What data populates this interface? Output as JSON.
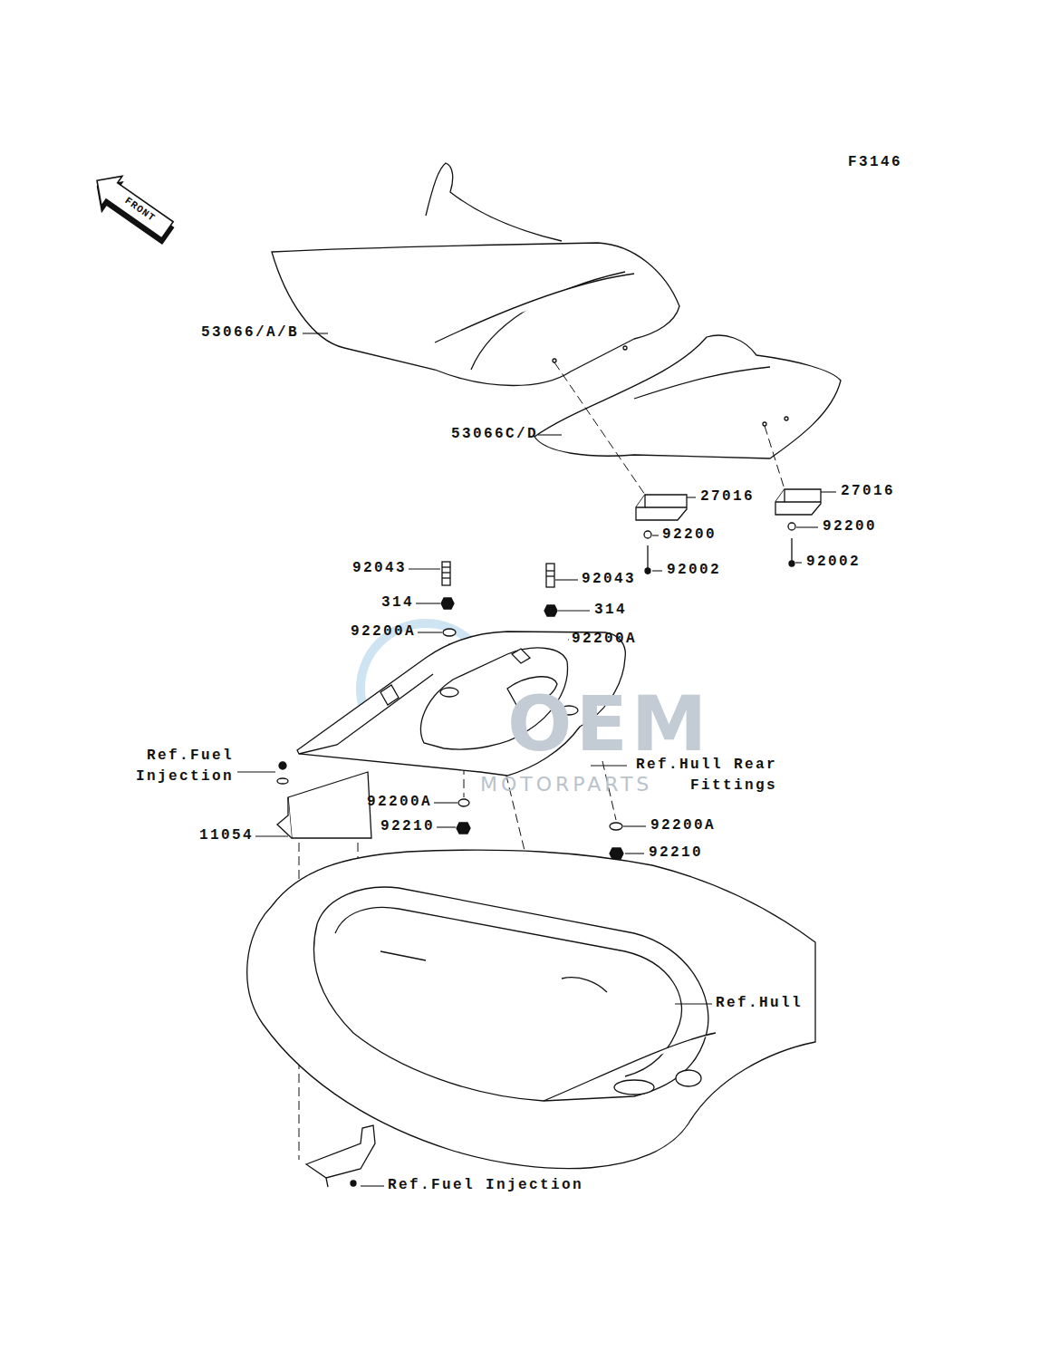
{
  "diagram": {
    "labels": [
      "F3146",
      "FRONT",
      "53066/A/B",
      "53066C/D",
      "27016",
      "27016",
      "92200",
      "92200",
      "92002",
      "92002",
      "92043",
      "92043",
      "314",
      "314",
      "92200A",
      "92200A",
      "Ref.Fuel Injection",
      "11054",
      "92200A",
      "92210",
      "Ref.Hull Rear Fittings",
      "92200A",
      "92210",
      "Ref.Hull",
      "Ref.Fuel Injection",
      "OEM",
      "MOTORPARTS"
    ]
  }
}
